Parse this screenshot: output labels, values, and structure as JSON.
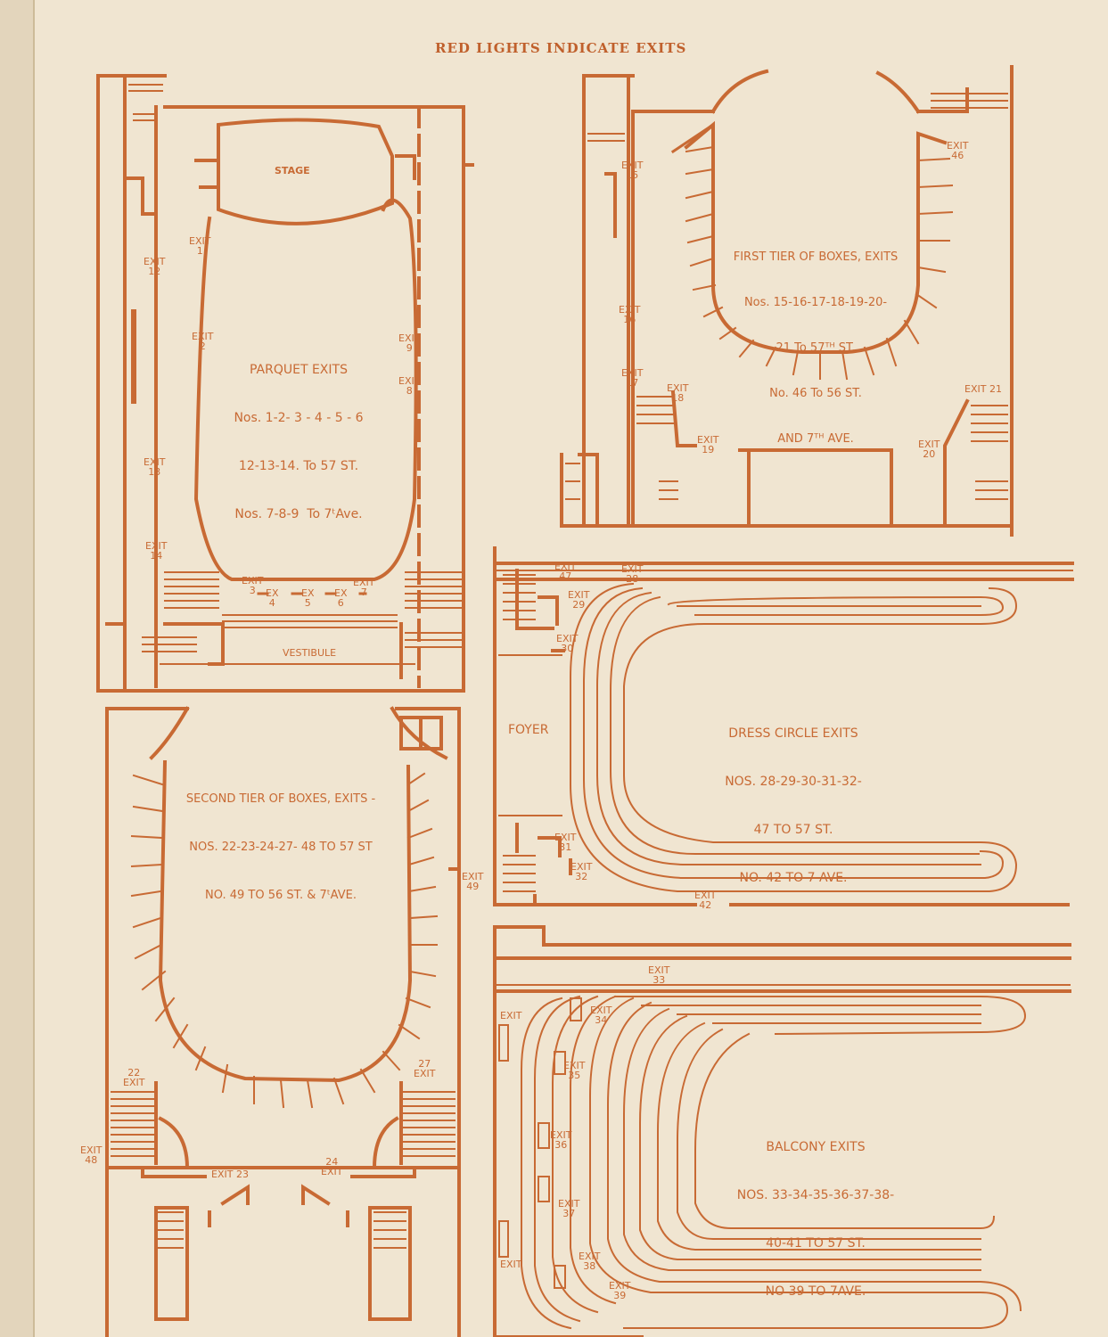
{
  "title": "RED LIGHTS INDICATE EXITS",
  "colors": {
    "ink": "#c86a34",
    "paper": "#f0e5d1",
    "fold_shadow": "#d8c7a9"
  },
  "parquet": {
    "stage": "STAGE",
    "vestibule": "VESTIBULE",
    "caption": [
      "PARQUET EXITS",
      "Nos. 1-2- 3 - 4 - 5 - 6",
      "12-13-14. To 57 ST.",
      "Nos. 7-8-9  To 7ᵗAve."
    ],
    "exit1": "EXIT\n1",
    "exit2": "EXIT\n2",
    "exit3": "EXIT\n3",
    "exit4": "EX\n4",
    "exit5": "EX\n5",
    "exit6": "EX\n6",
    "exit7": "EXIT\n7",
    "exit8": "EXIT\n8",
    "exit9": "EXIT\n9",
    "exit12": "EXIT\n12",
    "exit13": "EXIT\n13",
    "exit14": "EXIT\n14"
  },
  "first_tier": {
    "caption": [
      "FIRST TIER OF BOXES, EXITS",
      "Nos. 15-16-17-18-19-20-",
      "21 To 57ᵀᴴ ST.",
      "No. 46 To 56 ST.",
      "AND 7ᵀᴴ AVE."
    ],
    "exit15": "EXIT\n15",
    "exit16": "EXIT\n16",
    "exit17": "EXIT\n17",
    "exit18": "EXIT\n18",
    "exit19": "EXIT\n19",
    "exit20": "EXIT\n20",
    "exit21": "EXIT 21",
    "exit46": "EXIT\n46"
  },
  "dress_circle": {
    "foyer": "FOYER",
    "caption": [
      "DRESS CIRCLE EXITS",
      "NOS. 28-29-30-31-32-",
      "47 TO 57 ST.",
      "NO. 42 TO 7 AVE."
    ],
    "exit47": "EXIT\n47",
    "exit28": "EXIT\n28",
    "exit29": "EXIT\n29",
    "exit30": "EXIT\n30",
    "exit31": "EXIT\n31",
    "exit32": "EXIT\n32",
    "exit42": "EXIT\n42"
  },
  "second_tier": {
    "caption": [
      "SECOND TIER OF BOXES, EXITS -",
      "NOS. 22-23-24-27- 48 TO 57 ST",
      "NO. 49 TO 56 ST. & 7ᵗAVE."
    ],
    "exit22": "22\nEXIT",
    "exit27": "27\nEXIT",
    "exit48": "EXIT\n48",
    "exit49": "EXIT\n49",
    "exit23": "EXIT 23",
    "exit24": "24\nEXIT"
  },
  "balcony": {
    "caption": [
      "BALCONY EXITS",
      "NOS. 33-34-35-36-37-38-",
      "40-41 TO 57 ST.",
      "NO 39 TO 7AVE."
    ],
    "exit33": "EXIT\n33",
    "exit34": "EXIT\n34",
    "exit35": "EXIT\n35",
    "exit36": "EXIT\n36",
    "exit37": "EXIT\n37",
    "exit38": "EXIT\n38",
    "exit39": "EXIT\n39",
    "exit_upper": "EXIT",
    "exit_lower": "EXIT"
  }
}
